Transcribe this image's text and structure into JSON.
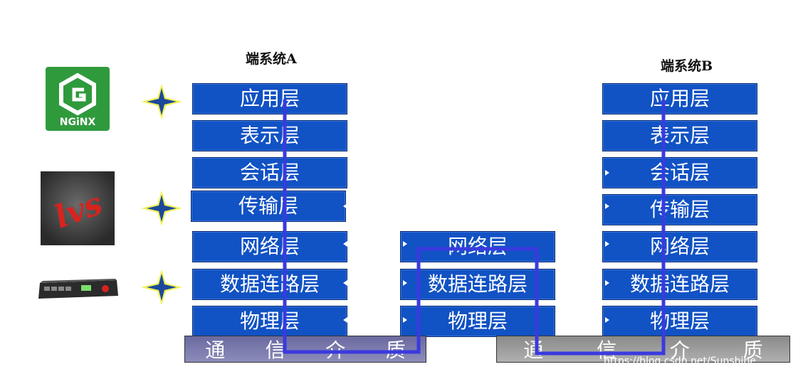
{
  "system_a": {
    "title": "端系统A",
    "layers": [
      "应用层",
      "表示层",
      "会话层",
      "传输层",
      "网络层",
      "数据连路层",
      "物理层"
    ]
  },
  "router": {
    "layers": [
      "网络层",
      "数据连路层",
      "物理层"
    ]
  },
  "system_b": {
    "title": "端系统B",
    "layers": [
      "应用层",
      "表示层",
      "会话层",
      "传输层",
      "网络层",
      "数据连路层",
      "物理层"
    ]
  },
  "medium_left": [
    "通",
    "信",
    "介",
    "质"
  ],
  "medium_right": [
    "通",
    "信",
    "介",
    "质"
  ],
  "icons": {
    "nginx_logo": "NGiNX",
    "lvs_logo": "lvs",
    "hardware": "load-balancer-appliance"
  },
  "watermark": "https://blog.csdn.net/Sunshine",
  "colors": {
    "layer_fill": "#1152c4",
    "path_line": "#3a3adf",
    "star": "#1c4a9a",
    "star_glow": "#f2f25a",
    "nginx_green": "#2f9a3c"
  }
}
